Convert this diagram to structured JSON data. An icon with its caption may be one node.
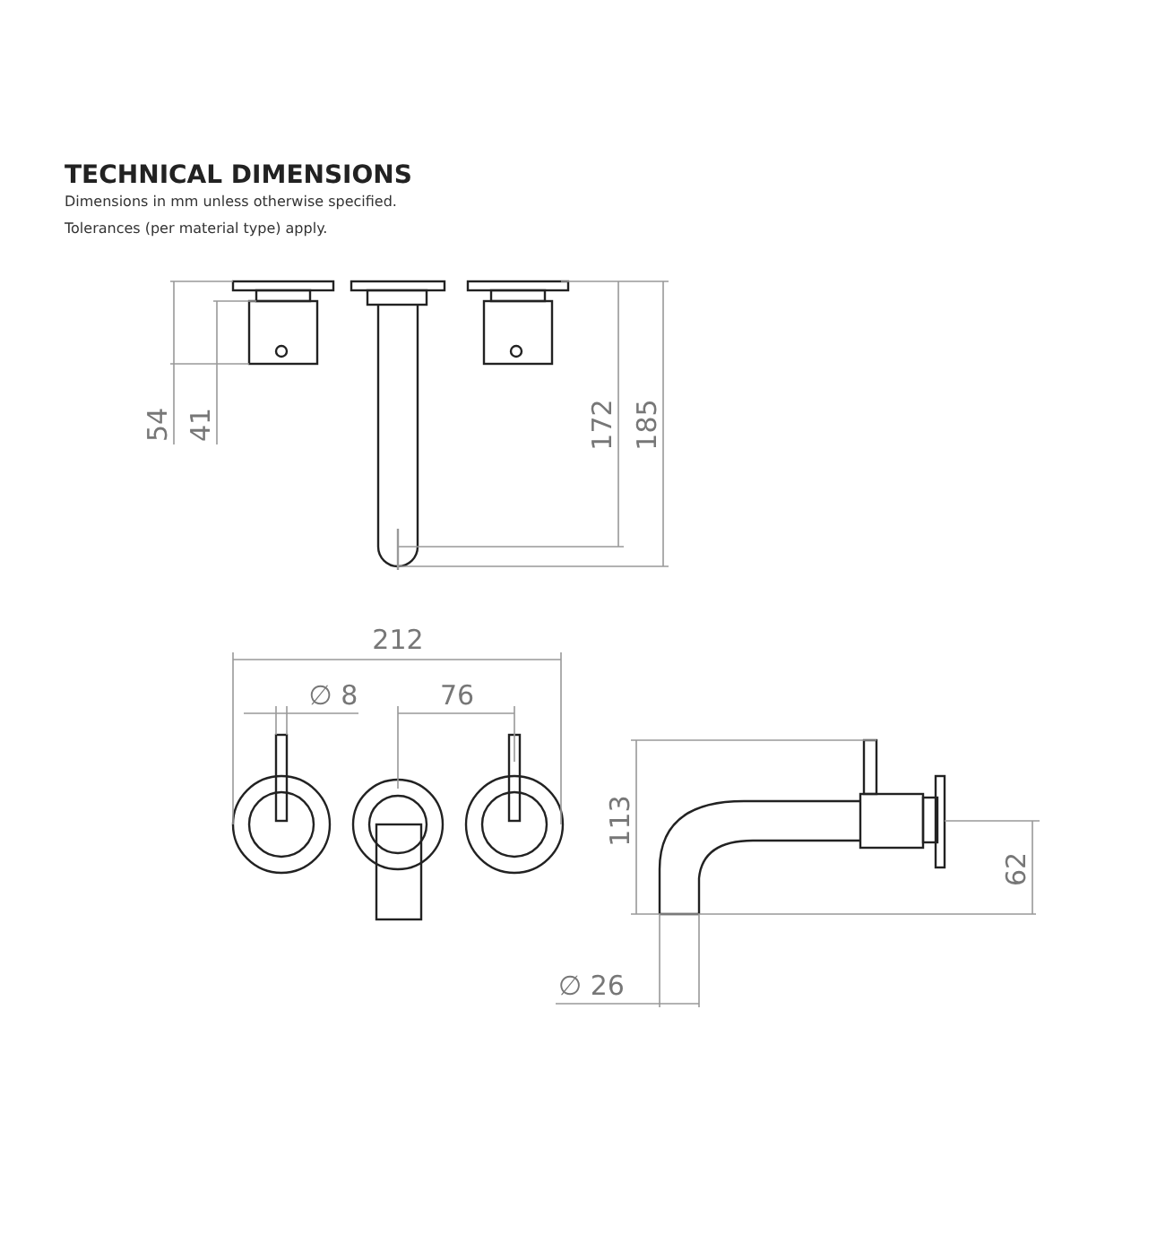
{
  "diagram": {
    "title": "TECHNICAL DIMENSIONS",
    "labels": [
      "Dimensions in mm unless otherwise specified.",
      "Tolerances (per material type) apply.",
      "54",
      "41",
      "172",
      "185",
      "212",
      "∅ 8",
      "76",
      "113",
      "62",
      "∅ 26"
    ]
  }
}
